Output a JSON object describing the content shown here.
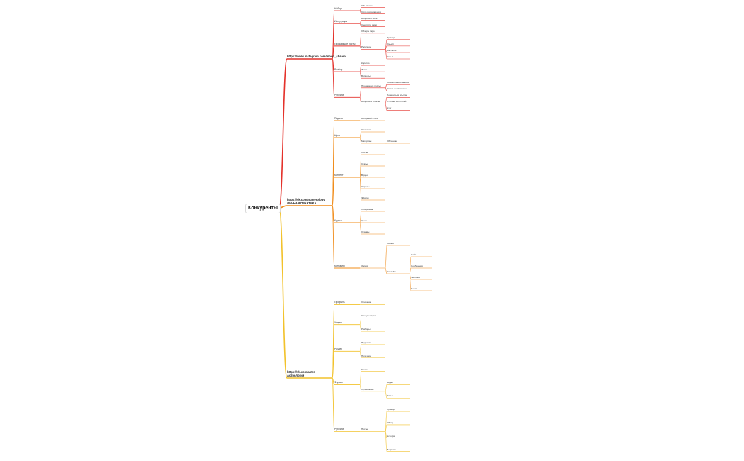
{
  "root": "Конкуренты",
  "colors": {
    "branch1": "#e4322b",
    "branch2": "#f08c1a",
    "branch3": "#f2c22c"
  },
  "branches": [
    {
      "title": "https://www.instagram.com/moon_shsem/",
      "children": [
        {
          "text": "Набор",
          "children": [
            {
              "text": "Объясняет"
            },
            {
              "text": "Сила вдохновения"
            }
          ]
        },
        {
          "text": "Инструкция",
          "children": [
            {
              "text": "Вопросы к себе"
            },
            {
              "text": "Смотрите сами"
            }
          ]
        },
        {
          "text": "Продающие посты",
          "children": [
            {
              "text": "Обзоры таро"
            },
            {
              "text": "Расклады",
              "children": [
                {
                  "text": "Пример"
                },
                {
                  "text": "Смысл"
                },
                {
                  "text": "Контакты"
                },
                {
                  "text": "Отзыв"
                }
              ]
            }
          ]
        },
        {
          "text": "Разбор",
          "children": [
            {
              "text": "Коротко"
            },
            {
              "text": "Итоги"
            },
            {
              "text": "Вопросы"
            }
          ]
        },
        {
          "text": "Рубрики",
          "children": [
            {
              "text": "Продающие посты",
              "children": [
                {
                  "text": "Объявление о записи"
                },
                {
                  "text": "Ответы на вопросы"
                }
              ]
            },
            {
              "text": "Вопросы и ответы",
              "children": [
                {
                  "text": "Поделиться опытом"
                },
                {
                  "text": "Отклики читателей"
                },
                {
                  "text": "Итог"
                }
              ]
            }
          ]
        }
      ]
    },
    {
      "title": "https://vk.com/numerology ЛИЧНАЯ ПРАКТИКА",
      "children": [
        {
          "text": "Подача",
          "children": [
            {
              "text": "Авторский стиль"
            }
          ]
        },
        {
          "text": "Цели",
          "children": [
            {
              "text": "Описание"
            },
            {
              "text": "Материал",
              "children": [
                {
                  "text": "Обучение"
                }
              ]
            }
          ]
        },
        {
          "text": "Контент",
          "children": [
            {
              "text": "Посты"
            },
            {
              "text": "Статьи"
            },
            {
              "text": "Видео"
            },
            {
              "text": "Опросы"
            },
            {
              "text": "Эфиры"
            }
          ]
        },
        {
          "text": "Курсы",
          "children": [
            {
              "text": "Программа"
            },
            {
              "text": "Цены"
            },
            {
              "text": "Отзывы"
            }
          ]
        },
        {
          "text": "Контакты",
          "children": [
            {
              "text": "Запись",
              "children": [
                {
                  "text": "Форма"
                },
                {
                  "text": "Способы",
                  "children": [
                    {
                      "text": "Сайт"
                    },
                    {
                      "text": "Сообщения"
                    },
                    {
                      "text": "Телефон"
                    },
                    {
                      "text": "Почта"
                    }
                  ]
                }
              ]
            }
          ]
        }
      ]
    },
    {
      "title": "https://vk.com/astro Астрология",
      "children": [
        {
          "text": "Профиль",
          "children": [
            {
              "text": "Описание"
            }
          ]
        },
        {
          "text": "Услуги",
          "children": [
            {
              "text": "Консультации"
            },
            {
              "text": "Разборы"
            }
          ]
        },
        {
          "text": "Раздел",
          "children": [
            {
              "text": "Подборки"
            },
            {
              "text": "Полезное"
            }
          ]
        },
        {
          "text": "Формат",
          "children": [
            {
              "text": "Тексты"
            },
            {
              "text": "Публикации",
              "children": [
                {
                  "text": "Виды"
                },
                {
                  "text": "Темы"
                }
              ]
            }
          ]
        },
        {
          "text": "Рубрики",
          "children": [
            {
              "text": "Посты",
              "children": [
                {
                  "text": "Пример"
                },
                {
                  "text": "Обзор"
                },
                {
                  "text": "Истории"
                },
                {
                  "text": "Вопросы"
                }
              ]
            }
          ]
        }
      ]
    }
  ]
}
